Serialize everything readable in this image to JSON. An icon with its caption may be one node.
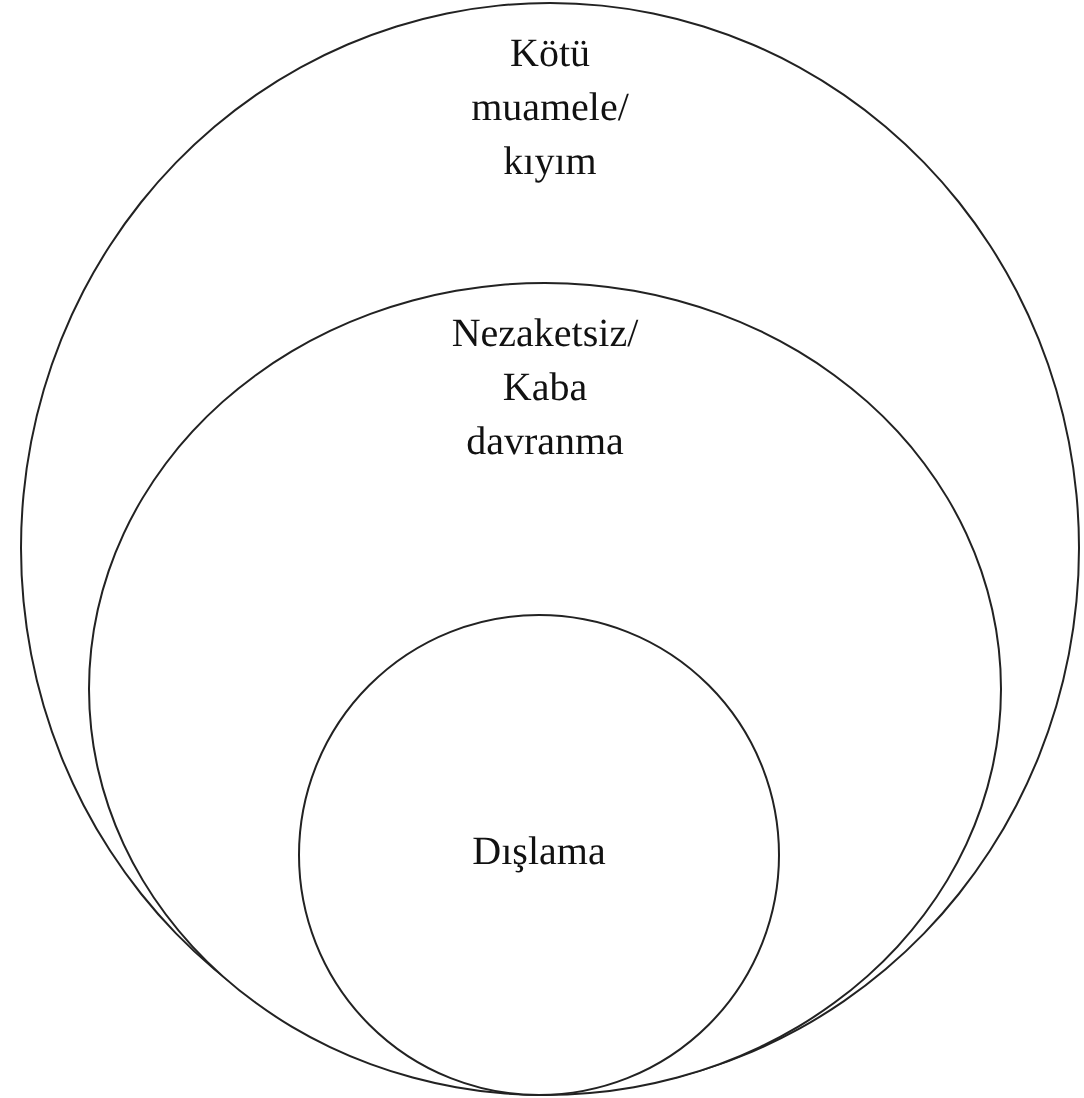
{
  "diagram": {
    "nodes": [
      {
        "text": [
          "Kötü muamele/ kıyım"
        ]
      },
      {
        "text": [
          "Nezaketsiz/ Kaba davranma"
        ],
        "in": 0
      },
      {
        "text": [
          "Dışlama"
        ],
        "in": 1
      }
    ]
  }
}
